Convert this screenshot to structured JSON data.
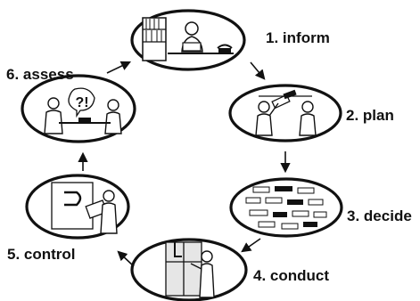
{
  "cycle": {
    "steps": [
      {
        "number": "1.",
        "label": "inform"
      },
      {
        "number": "2.",
        "label": "plan"
      },
      {
        "number": "3.",
        "label": "decide"
      },
      {
        "number": "4.",
        "label": "conduct"
      },
      {
        "number": "5.",
        "label": "control"
      },
      {
        "number": "6.",
        "label": "assess"
      }
    ],
    "step6_bubble_text": "?!"
  },
  "colors": {
    "ink": "#111111",
    "paper": "#ffffff",
    "shade": "#cfcfcf"
  }
}
